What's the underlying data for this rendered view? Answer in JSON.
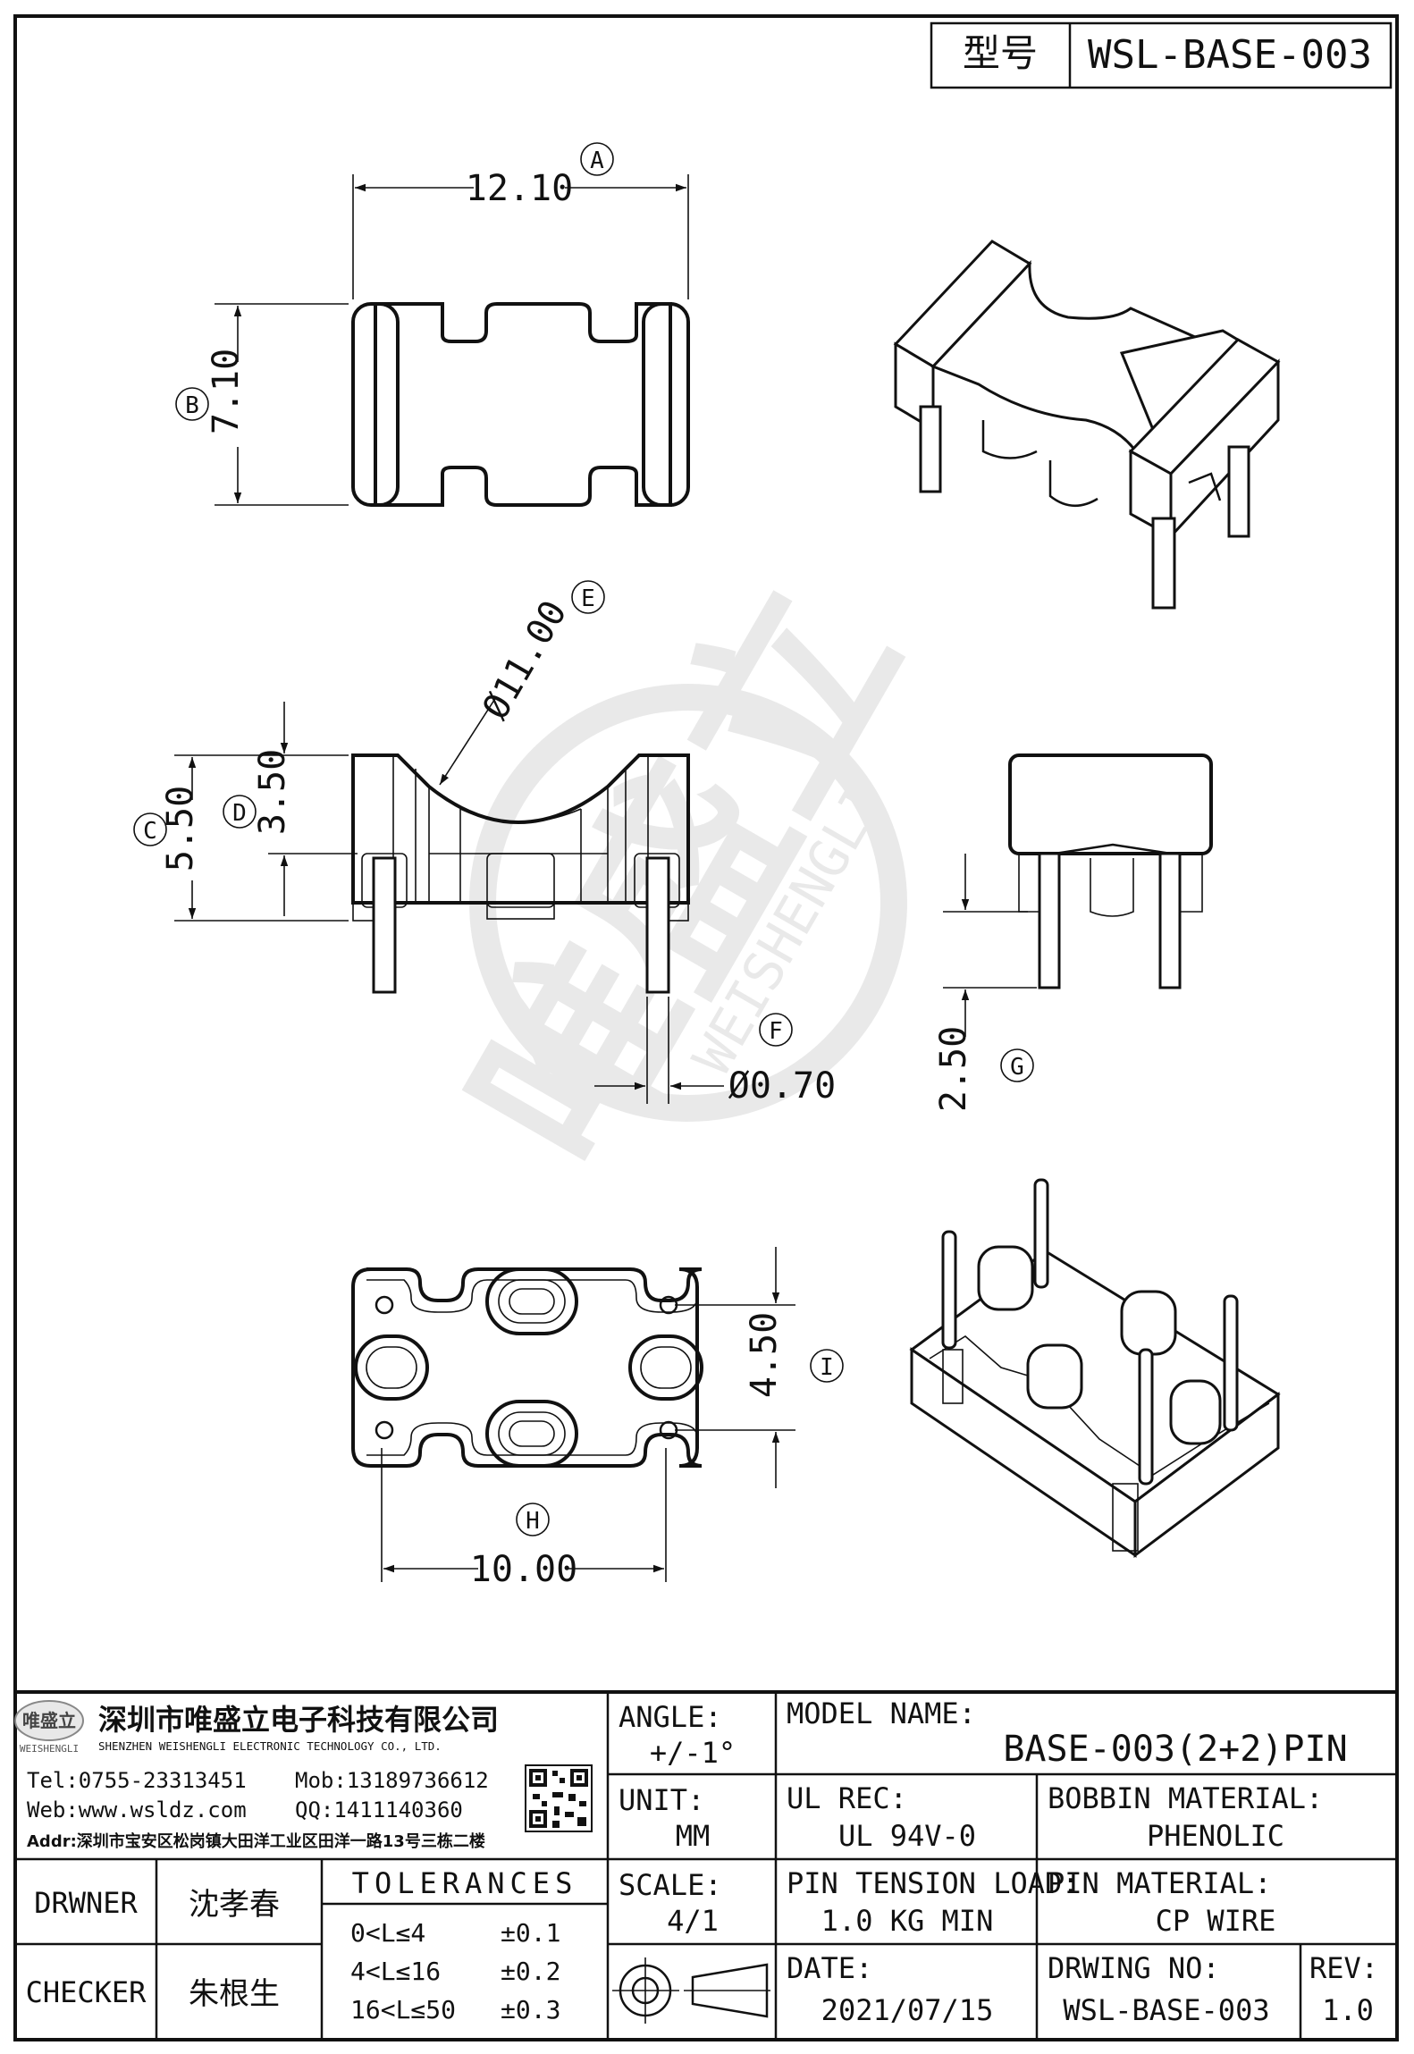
{
  "title_block_top": {
    "model_label": "型号",
    "model_code": "WSL-BASE-003"
  },
  "dimensions": {
    "A": {
      "marker": "A",
      "value": "12.10"
    },
    "B": {
      "marker": "B",
      "value": "7.10"
    },
    "C": {
      "marker": "C",
      "value": "5.50"
    },
    "D": {
      "marker": "D",
      "value": "3.50"
    },
    "E": {
      "marker": "E",
      "value": "Ø11.00"
    },
    "F": {
      "marker": "F",
      "value": "Ø0.70"
    },
    "G": {
      "marker": "G",
      "value": "2.50"
    },
    "H": {
      "marker": "H",
      "value": "10.00"
    },
    "I": {
      "marker": "I",
      "value": "4.50"
    }
  },
  "watermark": {
    "cn": "唯盛立",
    "en": "WEISHENGLI"
  },
  "company": {
    "logo_text": "唯盛立",
    "logo_sub": "WEISHENGLI",
    "name_cn": "深圳市唯盛立电子科技有限公司",
    "name_en": "SHENZHEN WEISHENGLI ELECTRONIC TECHNOLOGY CO., LTD.",
    "tel": "Tel:0755-23313451",
    "mob": "Mob:13189736612",
    "web": "Web:www.wsldz.com",
    "qq": "QQ:1411140360",
    "addr": "Addr:深圳市宝安区松岗镇大田洋工业区田洋一路13号三栋二楼"
  },
  "drawer": {
    "label": "DRWNER",
    "name": "沈孝春"
  },
  "checker": {
    "label": "CHECKER",
    "name": "朱根生"
  },
  "tolerances": {
    "title": "TOLERANCES",
    "rows": [
      {
        "range": "0<L≤4",
        "tol": "±0.1"
      },
      {
        "range": "4<L≤16",
        "tol": "±0.2"
      },
      {
        "range": "16<L≤50",
        "tol": "±0.3"
      }
    ]
  },
  "angle": {
    "label": "ANGLE:",
    "value": "+/-1°"
  },
  "unit": {
    "label": "UNIT:",
    "value": "MM"
  },
  "scale": {
    "label": "SCALE:",
    "value": "4/1"
  },
  "model_name": {
    "label": "MODEL NAME:",
    "value": "BASE-003(2+2)PIN"
  },
  "ul_rec": {
    "label": "UL REC:",
    "value": "UL 94V-0"
  },
  "bobbin_material": {
    "label": "BOBBIN MATERIAL:",
    "value": "PHENOLIC"
  },
  "pin_tension": {
    "label": "PIN TENSION LOAD:",
    "value": "1.0 KG MIN"
  },
  "pin_material": {
    "label": "PIN MATERIAL:",
    "value": "CP WIRE"
  },
  "date": {
    "label": "DATE:",
    "value": "2021/07/15"
  },
  "drawing_no": {
    "label": "DRWING NO:",
    "value": "WSL-BASE-003"
  },
  "rev": {
    "label": "REV:",
    "value": "1.0"
  }
}
